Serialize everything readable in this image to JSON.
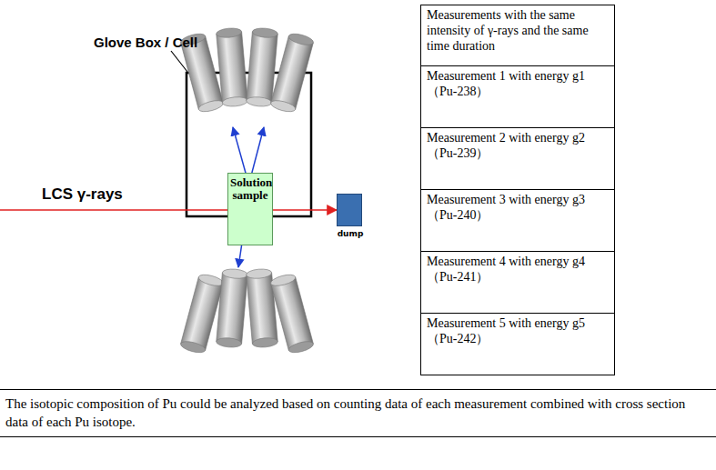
{
  "diagram": {
    "caption": "The isotopic composition of Pu could be analyzed based on counting data of each measurement combined with cross section data of each Pu isotope.",
    "nodes": [
      {
        "text": [
          "Solution sample"
        ]
      },
      {
        "text": [
          "dump"
        ]
      }
    ],
    "edges": [
      {
        "from": 0,
        "to": 1,
        "arrow": "to"
      }
    ],
    "labels": [
      "Glove Box / Cell",
      "LCS γ-rays",
      "Measurements with the same intensity of γ-rays and the same time duration",
      "Measurement 1 with energy g1 （Pu-238）",
      "Measurement 2 with energy g2 （Pu-239）",
      "Measurement 3 with energy g3 （Pu-240）",
      "Measurement 4 with energy g4 （Pu-241）",
      "Measurement 5 with energy g5 （Pu-242）"
    ]
  }
}
